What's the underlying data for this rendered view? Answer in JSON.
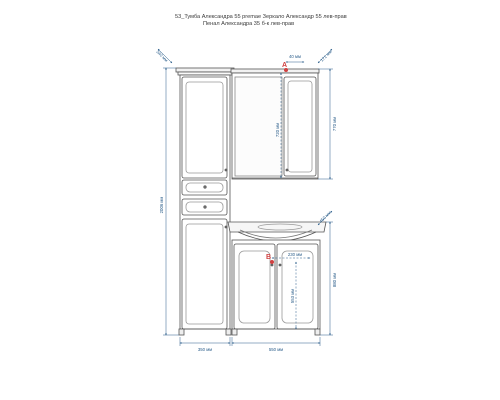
{
  "header": {
    "line1": "53_Тумба Александра 55 premae  Зеркало Александр 55 лев-прав",
    "line2": "Пенал Александра 35 б-к  лев-прав"
  },
  "dimensions": {
    "penal_depth": "340 мм",
    "penal_height": "2006 мм",
    "penal_width": "350 мм",
    "mirror_depth": "171 мм",
    "mirror_side_offset": "40 мм",
    "mirror_height_inner": "720 мм",
    "mirror_height_outer": "770 мм",
    "tumba_depth": "450 мм",
    "drain_offset": "230 мм",
    "drain_height": "553 мм",
    "tumba_height": "880 мм",
    "tumba_width": "550 мм"
  },
  "markers": {
    "a": "A",
    "b": "B"
  },
  "colors": {
    "dimension": "#2a5d8a",
    "marker": "#d04040",
    "outline": "#555555"
  }
}
